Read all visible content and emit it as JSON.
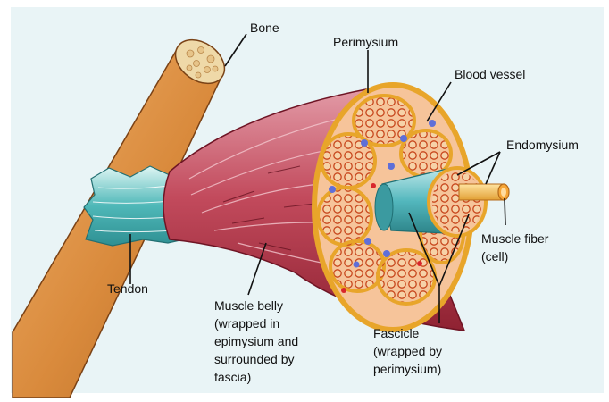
{
  "labels": {
    "bone": "Bone",
    "perimysium": "Perimysium",
    "blood_vessel": "Blood vessel",
    "endomysium": "Endomysium",
    "muscle_fiber": [
      "Muscle fiber",
      "(cell)"
    ],
    "tendon": "Tendon",
    "muscle_belly": [
      "Muscle belly",
      "(wrapped in",
      "epimysium and",
      "surrounded by",
      "fascia)"
    ],
    "fascicle": [
      "Fascicle",
      "(wrapped by",
      "perimysium)"
    ]
  },
  "colors": {
    "background": "#e9f4f6",
    "bone": "#d98a3c",
    "bone_end": "#efd9a8",
    "tendon": "#4fb8b8",
    "muscle": "#c24a5c",
    "muscle_dark": "#8f2232",
    "perimysium": "#e8a52a",
    "fascicle_fill": "#f1c69a",
    "fiber_ring": "#c7461c",
    "blood_vessel": "#5f6fd8",
    "fascicle_cyl": "#53b7bd"
  }
}
